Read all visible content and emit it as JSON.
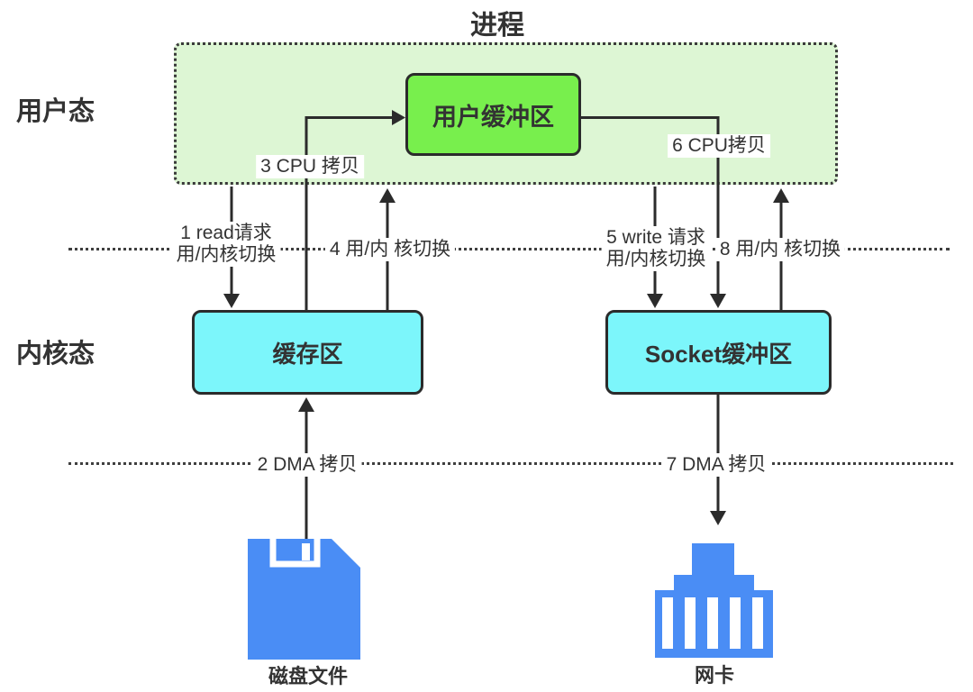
{
  "title": "进程",
  "zones": {
    "user_mode_label": "用户态",
    "kernel_mode_label": "内核态"
  },
  "boxes": {
    "user_buffer": "用户缓冲区",
    "kernel_buffer": "缓存区",
    "socket_buffer": "Socket缓冲区"
  },
  "arrows": {
    "step1_line1": "1 read请求",
    "step1_line2": "用/内核切换",
    "step2": "2 DMA 拷贝",
    "step3": "3 CPU 拷贝",
    "step4": "4 用/内 核切换",
    "step5_line1": "5 write 请求",
    "step5_line2": "用/内核切换",
    "step6": "6 CPU拷贝",
    "step7": "7 DMA 拷贝",
    "step8": "8 用/内 核切换"
  },
  "devices": {
    "disk_label": "磁盘文件",
    "nic_label": "网卡"
  },
  "icons": {
    "disk": "floppy-disk-icon",
    "nic": "network-card-icon"
  },
  "colors": {
    "process_fill": "#ddf6d4",
    "user_buffer_fill": "#78ef4d",
    "kernel_buffer_fill": "#7cf6fb",
    "device_icon_blue": "#4a8df5",
    "stroke_dark": "#2b2b2b",
    "dotted_line": "#3f3f3f",
    "text": "#333333",
    "label_background": "#ffffff"
  }
}
